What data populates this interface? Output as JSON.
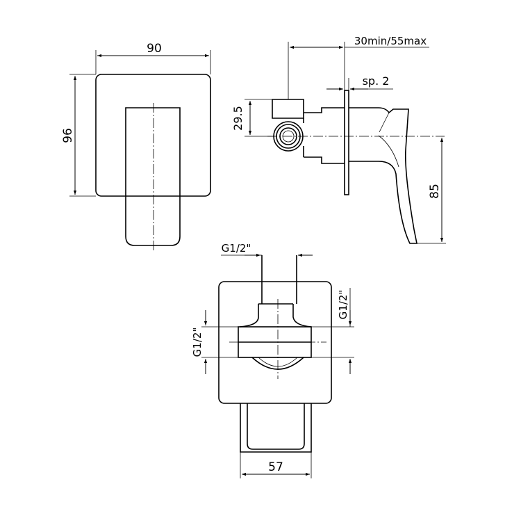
{
  "drawing": {
    "dimensions": {
      "front_width": "90",
      "front_height": "96",
      "wall_depth": "30min/55max",
      "plate_thickness": "sp. 2",
      "inlet_height": "29.5",
      "lever_drop": "85",
      "thread_top": "G1/2\"",
      "thread_left": "G1/2\"",
      "thread_right": "G1/2\"",
      "body_width": "57"
    }
  }
}
